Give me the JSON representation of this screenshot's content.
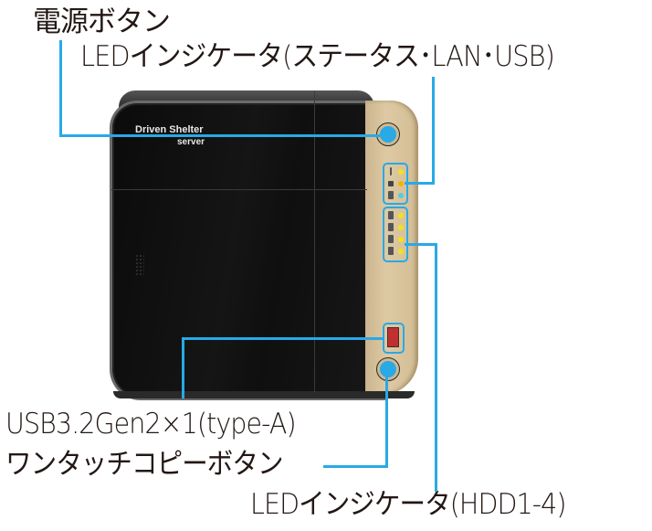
{
  "labels": {
    "power_button": "電源ボタン",
    "led_status": "LEDインジケータ(ステータス･LAN･USB)",
    "usb_port": "USB3.2Gen2×1(type-A)",
    "copy_button": "ワンタッチコピーボタン",
    "led_hdd": "LEDインジケータ(HDD1-4)"
  },
  "device": {
    "brand": "Driven Shelter",
    "brand_sub": "server"
  },
  "status_leds": [
    {
      "icon": "info-icon",
      "color": "#f2e21c"
    },
    {
      "icon": "network-icon",
      "color": "#f5b400"
    },
    {
      "icon": "usb-icon",
      "color": "#5cc8e0"
    }
  ],
  "hdd_leds": [
    {
      "number": "1",
      "color": "#f2e21c"
    },
    {
      "number": "2",
      "color": "#f2e21c"
    },
    {
      "number": "3",
      "color": "#f2e21c"
    },
    {
      "number": "4",
      "color": "#f2e21c"
    }
  ],
  "colors": {
    "callout_line": "#29a9e6",
    "text": "#231815",
    "usb_port": "#c03030"
  }
}
